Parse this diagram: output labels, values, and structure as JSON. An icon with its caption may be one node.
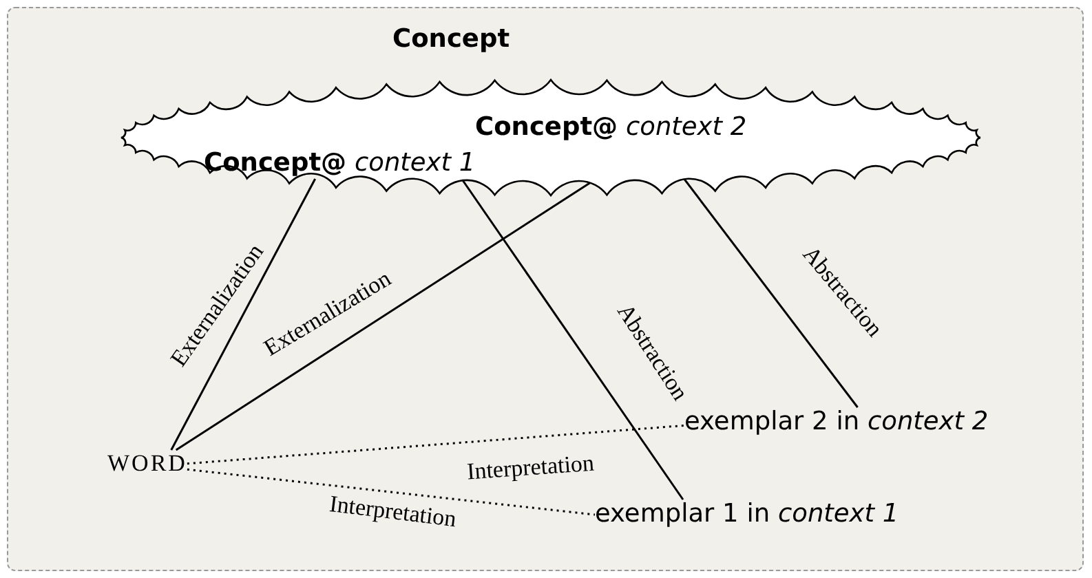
{
  "diagram": {
    "nodes": [
      {
        "text": [
          "Concept"
        ]
      },
      {
        "text": [
          "**Concept@** *context 1*"
        ],
        "in": 0
      },
      {
        "text": [
          "**Concept@** *context 2*"
        ],
        "in": 0
      },
      {
        "text": [
          "WORD"
        ]
      },
      {
        "text": [
          "exemplar 2 in *context 2*"
        ]
      },
      {
        "text": [
          "exemplar 1 in *context 1*"
        ]
      }
    ],
    "edges": [
      {
        "from": 1,
        "to": 3,
        "arrow": "none",
        "label": "Externalization"
      },
      {
        "from": 2,
        "to": 3,
        "arrow": "none",
        "label": "Externalization"
      },
      {
        "from": 1,
        "to": 5,
        "arrow": "none",
        "label": "Abstraction"
      },
      {
        "from": 2,
        "to": 4,
        "arrow": "none",
        "label": "Abstraction"
      },
      {
        "from": 3,
        "to": 4,
        "arrow": "none",
        "label": "Interpretation",
        "style": "dashed"
      },
      {
        "from": 3,
        "to": 5,
        "arrow": "none",
        "label": "Interpretation",
        "style": "dashed"
      }
    ]
  }
}
